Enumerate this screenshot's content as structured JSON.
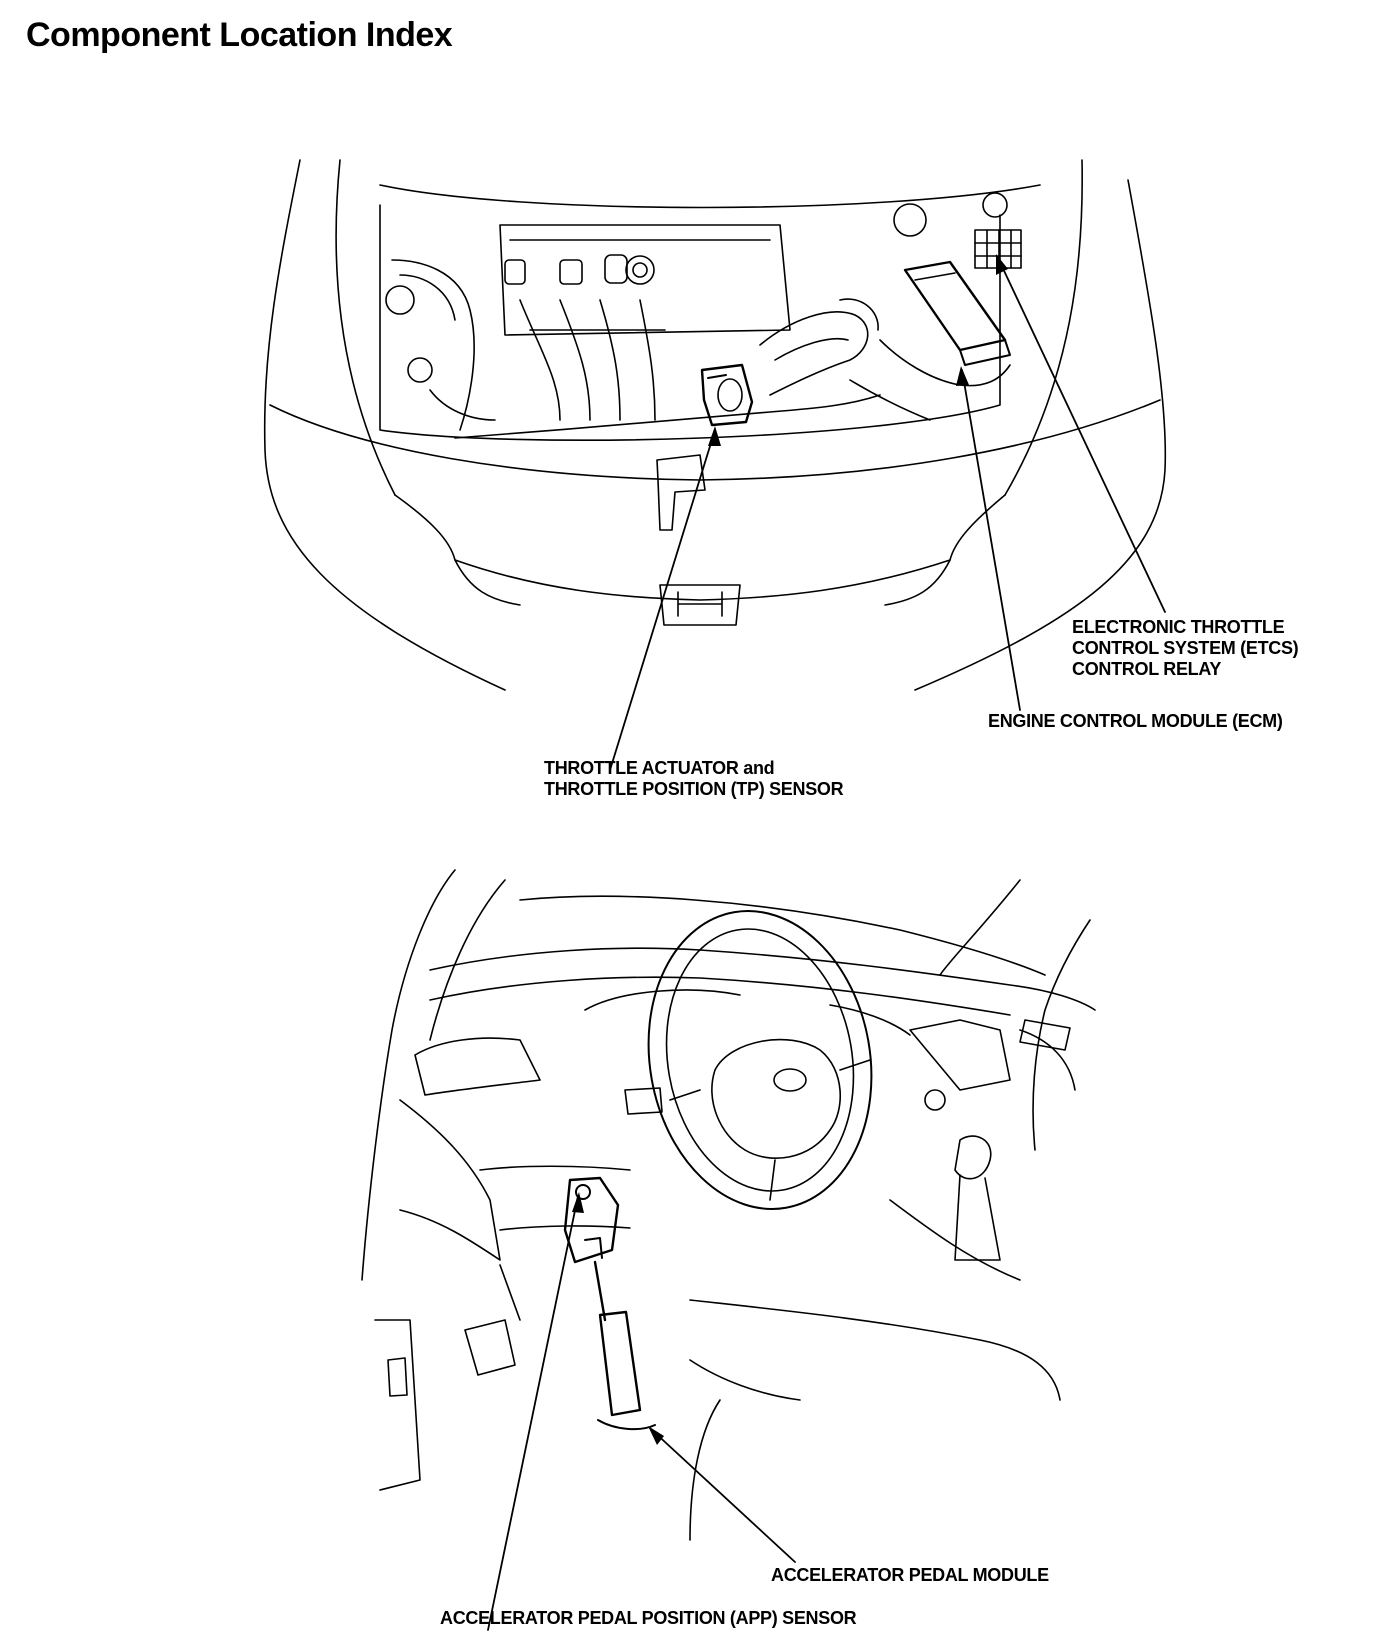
{
  "page": {
    "title": "Component Location Index"
  },
  "labels": {
    "etcs_relay": [
      "ELECTRONIC THROTTLE",
      "CONTROL SYSTEM (ETCS)",
      "CONTROL RELAY"
    ],
    "ecm": "ENGINE CONTROL MODULE (ECM)",
    "throttle": [
      "THROTTLE ACTUATOR and",
      "THROTTLE POSITION (TP) SENSOR"
    ],
    "pedal_module": "ACCELERATOR PEDAL MODULE",
    "app_sensor": "ACCELERATOR PEDAL POSITION (APP) SENSOR"
  },
  "colors": {
    "line": "#000000",
    "background": "#ffffff"
  }
}
